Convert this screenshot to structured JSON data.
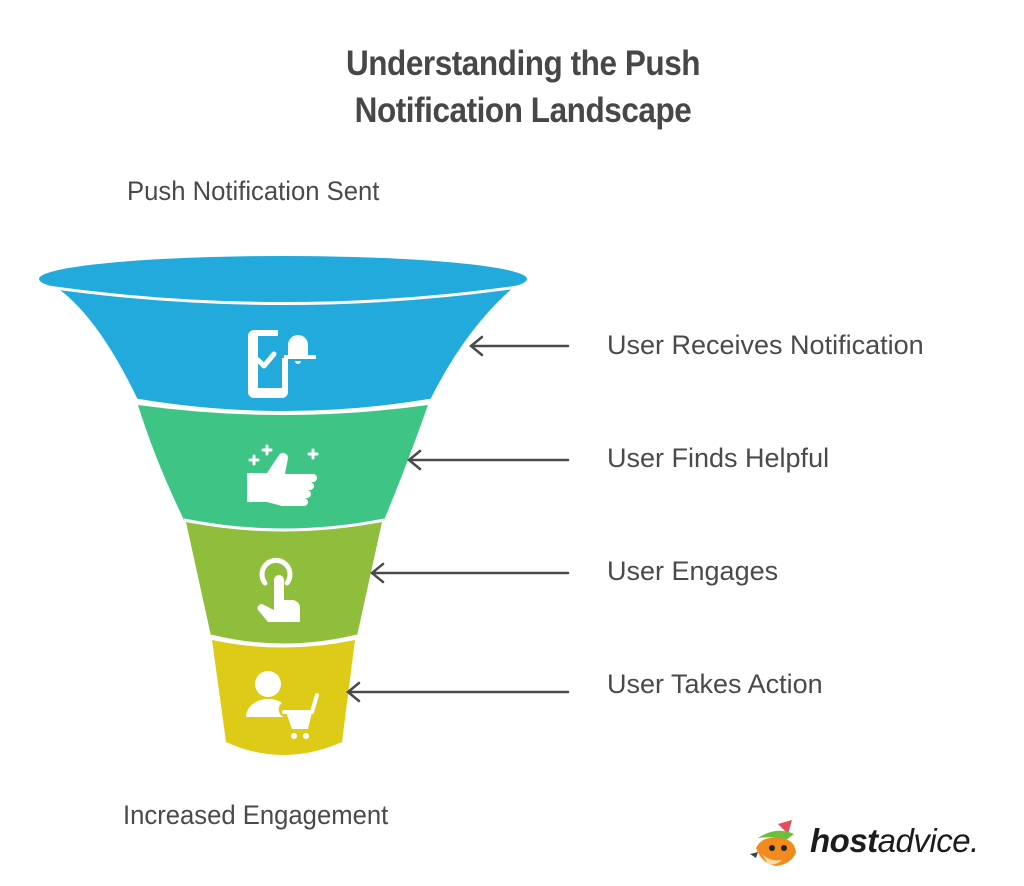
{
  "title": {
    "line1": "Understanding the Push",
    "line2": "Notification Landscape"
  },
  "top_label": "Push Notification Sent",
  "bottom_label": "Increased Engagement",
  "stages": [
    {
      "label": "User Receives Notification",
      "icon": "phone-check-bell-icon",
      "color": "#21AADB"
    },
    {
      "label": "User Finds Helpful",
      "icon": "thumbs-up-sparkle-icon",
      "color": "#3EC585"
    },
    {
      "label": "User Engages",
      "icon": "tap-finger-icon",
      "color": "#8FBD3C"
    },
    {
      "label": "User Takes Action",
      "icon": "user-cart-icon",
      "color": "#DDCB17"
    }
  ],
  "logo": {
    "bold": "host",
    "regular": "advice."
  }
}
